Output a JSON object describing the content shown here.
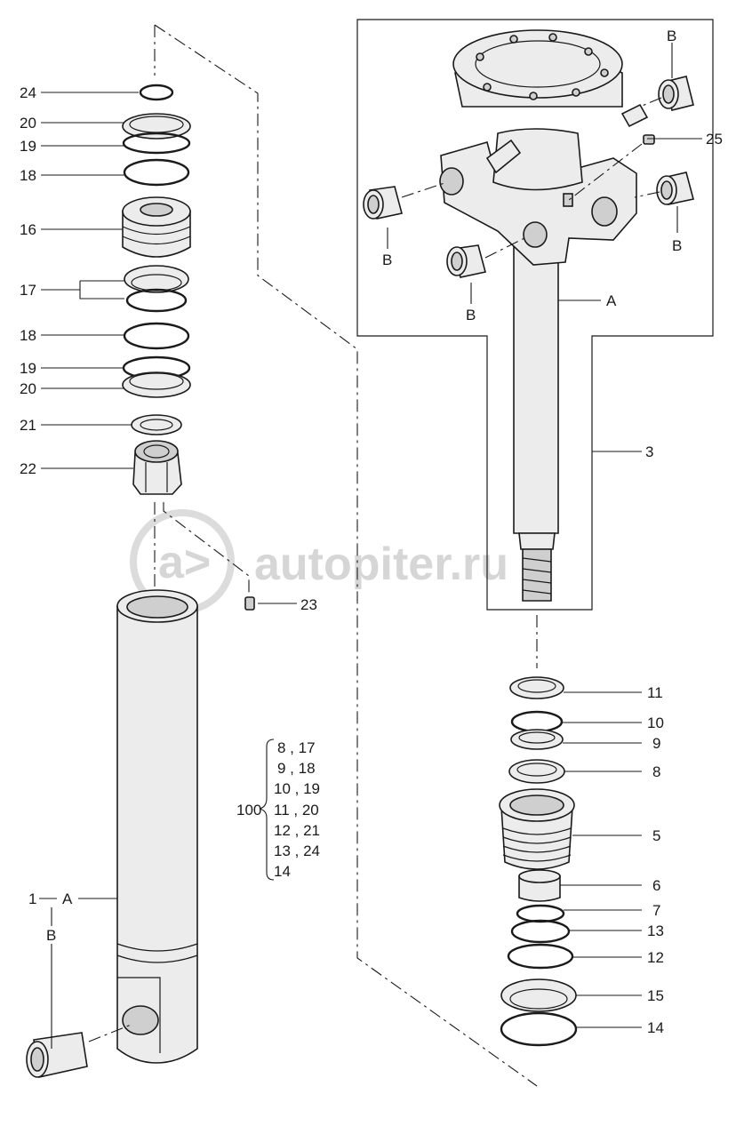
{
  "watermark": "autopiter.ru",
  "callouts": {
    "c24": "24",
    "c20a": "20",
    "c19a": "19",
    "c18a": "18",
    "c16": "16",
    "c17": "17",
    "c18b": "18",
    "c19b": "19",
    "c20b": "20",
    "c21": "21",
    "c22": "22",
    "c23": "23",
    "c1": "1",
    "cA_left": "A",
    "cB_left": "B",
    "cB_tr": "B",
    "c25": "25",
    "cB_l1": "B",
    "cB_r": "B",
    "cB_l2": "B",
    "cA_right": "A",
    "c3": "3",
    "c11": "11",
    "c10": "10",
    "c9": "9",
    "c8": "8",
    "c5": "5",
    "c6": "6",
    "c7": "7",
    "c13": "13",
    "c12": "12",
    "c15": "15",
    "c14": "14"
  },
  "kit": {
    "number": "100",
    "pairs": [
      "8 , 17",
      "9 , 18",
      "10 , 19",
      "11 , 20",
      "12 , 21",
      "13 , 24",
      "14"
    ]
  }
}
